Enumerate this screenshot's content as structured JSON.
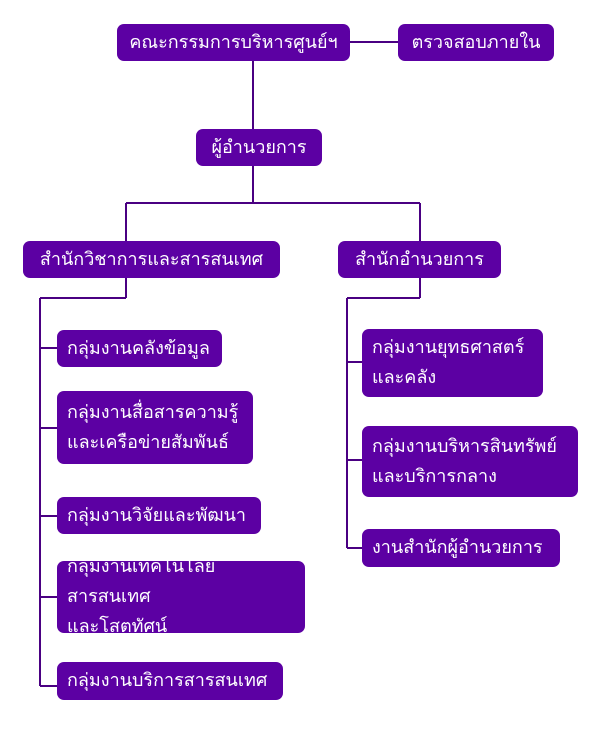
{
  "colors": {
    "node_fill": "#5c00a3",
    "connector": "#4a0082",
    "node_text": "#ffffff"
  },
  "nodes": {
    "director_center": "คณะกรรมการบริหารศูนย์ฯ",
    "internal_audit": "ตรวจสอบภายใน",
    "director": "ผู้อำนวยการ",
    "academic_office": "สำนักวิชาการและสารสนเทศ",
    "director_office": "สำนักอำนวยการ",
    "data_group": "กลุ่มงานคลังข้อมูล",
    "media_group": "กลุ่มงานสื่อสารความรู้\nและเครือข่ายสัมพันธ์",
    "research_group": "กลุ่มงานวิจัยและพัฒนา",
    "it_group": "กลุ่มงานเทคโนโลยีสารสนเทศ\nและโสตทัศน์",
    "info_service_group": "กลุ่มงานบริการสารสนเทศ",
    "strategy_group": "กลุ่มงานยุทธศาสตร์\nและคลัง",
    "asset_group": "กลุ่มงานบริหารสินทรัพย์\nและบริการกลาง",
    "director_office_unit": "งานสำนักผู้อำนวยการ"
  }
}
